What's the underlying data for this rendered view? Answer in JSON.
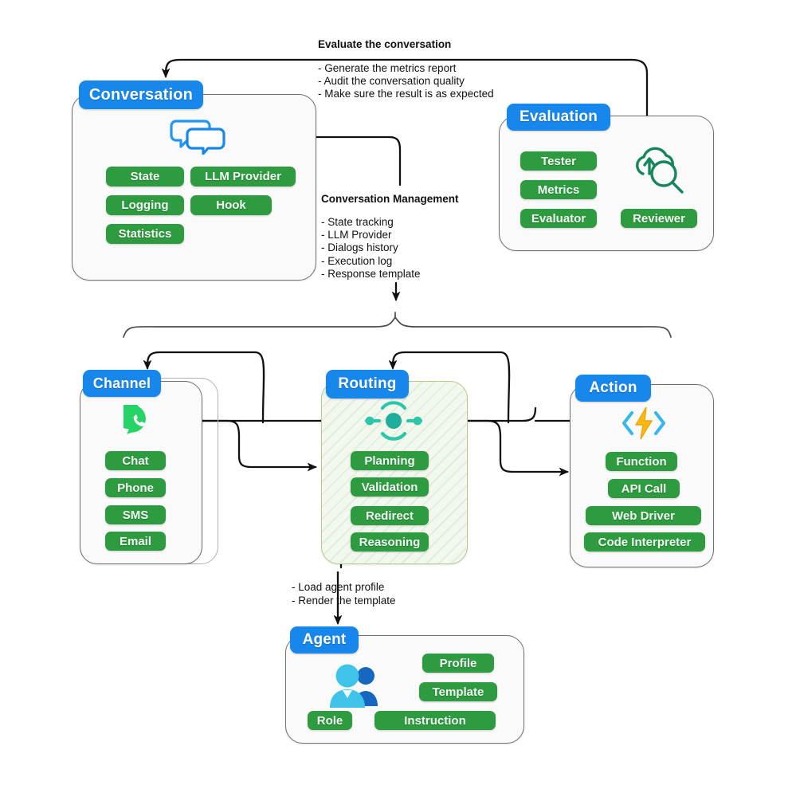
{
  "diagram": {
    "title": "Conversational AI Platform Architecture",
    "colors": {
      "badge_blue": "#1787ec",
      "pill_green": "#2e9b41",
      "card_border": "#6f6f6f",
      "routing_hatch_border": "#b9c98e",
      "icon_teal": "#2dc6ab",
      "icon_evaluation_green": "#1b8a5a",
      "icon_whatsapp_green": "#25d366",
      "icon_bolt_yellow": "#fcb913",
      "icon_bracket_blue": "#35b6ef",
      "icon_bubble_blue": "#1787ec",
      "agent_person_cyan": "#3fc3e8",
      "agent_person_blue": "#1667c0",
      "background": "#ffffff"
    },
    "modules": [
      {
        "id": "conversation",
        "badge": "Conversation",
        "icon": "speech-bubbles-icon",
        "pills": [
          "State",
          "LLM Provider",
          "Logging",
          "Hook",
          "Statistics"
        ]
      },
      {
        "id": "evaluation",
        "badge": "Evaluation",
        "icon": "cloud-search-icon",
        "pills": [
          "Tester",
          "Metrics",
          "Evaluator",
          "Reviewer"
        ]
      },
      {
        "id": "channel",
        "badge": "Channel",
        "icon": "whatsapp-icon",
        "pills": [
          "Chat",
          "Phone",
          "SMS",
          "Email"
        ]
      },
      {
        "id": "routing",
        "badge": "Routing",
        "icon": "routing-node-icon",
        "pills": [
          "Planning",
          "Validation",
          "Redirect",
          "Reasoning"
        ]
      },
      {
        "id": "action",
        "badge": "Action",
        "icon": "lightning-code-icon",
        "pills": [
          "Function",
          "API Call",
          "Web Driver",
          "Code Interpreter"
        ]
      },
      {
        "id": "agent",
        "badge": "Agent",
        "icon": "users-icon",
        "pills": [
          "Profile",
          "Template",
          "Role",
          "Instruction"
        ]
      }
    ],
    "annotations": [
      {
        "id": "evaluate-the-conversation",
        "heading": "Evaluate the conversation",
        "items": [
          "- Generate the metrics report",
          "- Audit the conversation quality",
          "- Make sure the result is as expected"
        ]
      },
      {
        "id": "conversation-management",
        "heading": "Conversation Management",
        "items": [
          "- State tracking",
          "- LLM Provider",
          "- Dialogs history",
          "- Execution log",
          "- Response template"
        ]
      },
      {
        "id": "agent-loading",
        "heading": "",
        "items": [
          "- Load agent profile",
          "- Render the template"
        ]
      }
    ]
  }
}
